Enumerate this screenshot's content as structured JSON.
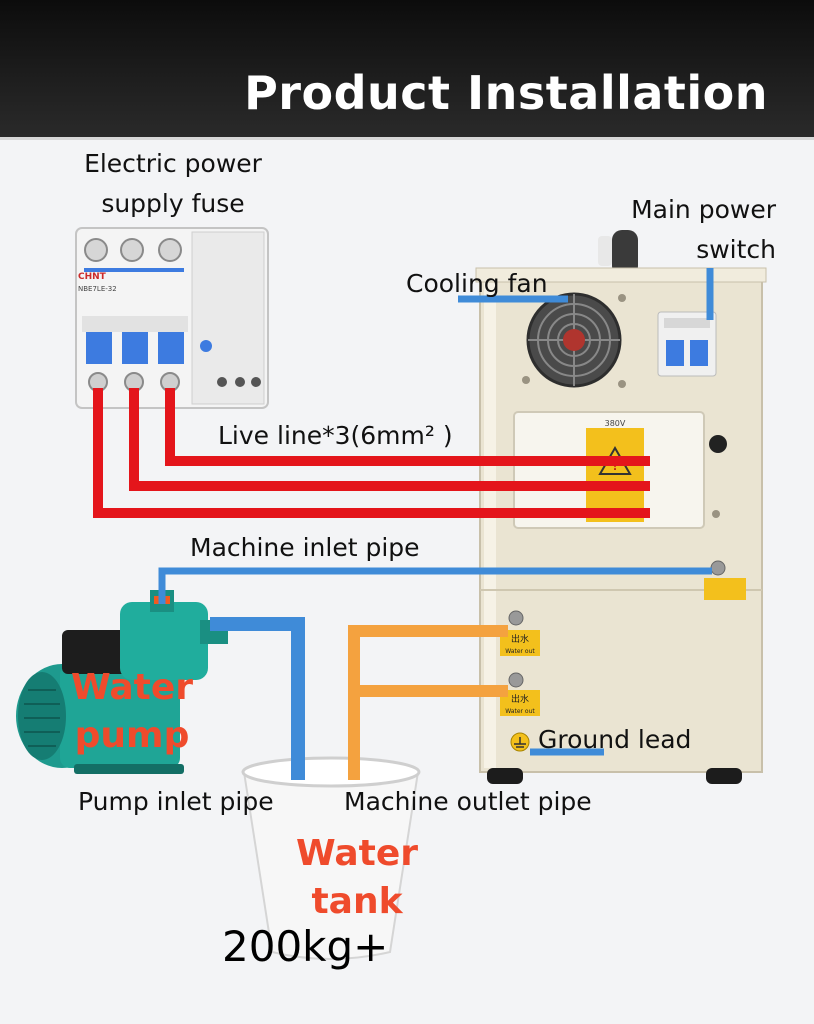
{
  "header": {
    "title": "Product Installation"
  },
  "labels": {
    "fuse_line1": "Electric power",
    "fuse_line2": "supply fuse",
    "switch_line1": "Main power",
    "switch_line2": "switch",
    "cooling_fan": "Cooling fan",
    "live_line": "Live line*3(6mm² )",
    "machine_inlet_pipe": "Machine inlet pipe",
    "water_pump_line1": "Water",
    "water_pump_line2": "pump",
    "pump_inlet_pipe": "Pump inlet pipe",
    "machine_outlet_pipe": "Machine outlet pipe",
    "water_tank_line1": "Water",
    "water_tank_line2": "tank",
    "tank_capacity": "200kg+",
    "ground_lead": "Ground lead"
  },
  "device_text": {
    "breaker_brand": "CHNT",
    "breaker_model": "NBE7LE-32",
    "warning_voltage": "380V",
    "water_out_cn": "出水",
    "water_out_en": "Water out"
  },
  "colors": {
    "power_line": "#e4151b",
    "inlet_pipe": "#3f8bd8",
    "outlet_pipe": "#f4a23f",
    "label_red": "#ef4b2c",
    "breaker_blue": "#3d7be0"
  }
}
